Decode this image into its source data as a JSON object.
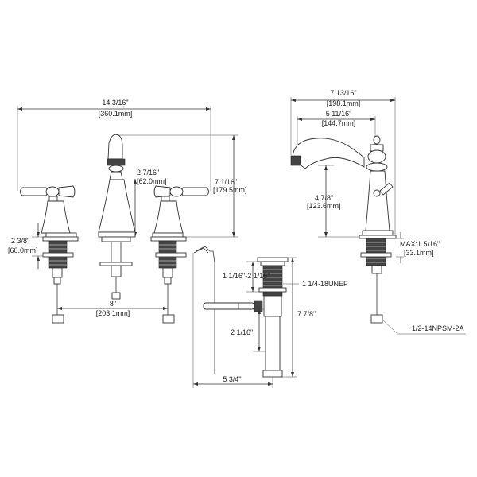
{
  "dimensions": {
    "overall_width_in": "14 3/16\"",
    "overall_width_mm": "[360.1mm]",
    "spout_center_height_in": "2 7/16\"",
    "spout_center_height_mm": "[62.0mm]",
    "overall_height_in": "7 1/16\"",
    "overall_height_mm": "[179.5mm]",
    "handle_height_in": "2 3/8\"",
    "handle_height_mm": "[60.0mm]",
    "center_spacing_in": "8\"",
    "center_spacing_mm": "[203.1mm]",
    "side_depth_in": "7 13/16\"",
    "side_depth_mm": "[198.1mm]",
    "spout_reach_in": "5 11/16\"",
    "spout_reach_mm": "[144.7mm]",
    "spout_height_in": "4 7/8\"",
    "spout_height_mm": "[123.6mm]",
    "max_deck_in": "MAX:1 5/16\"",
    "max_deck_mm": "[33.1mm]",
    "shank_thread": "1/2-14NPSM-2A",
    "drain_flange_range": "1 1/16\"-2 1/16\"",
    "drain_thread": "1 1/4-18UNEF",
    "drain_height": "7 7/8\"",
    "drain_tail_offset": "2 1/16\"",
    "lift_rod_length": "5 3/4\""
  },
  "colors": {
    "line": "#333333",
    "text": "#222222",
    "thread_fill": "#444444"
  }
}
